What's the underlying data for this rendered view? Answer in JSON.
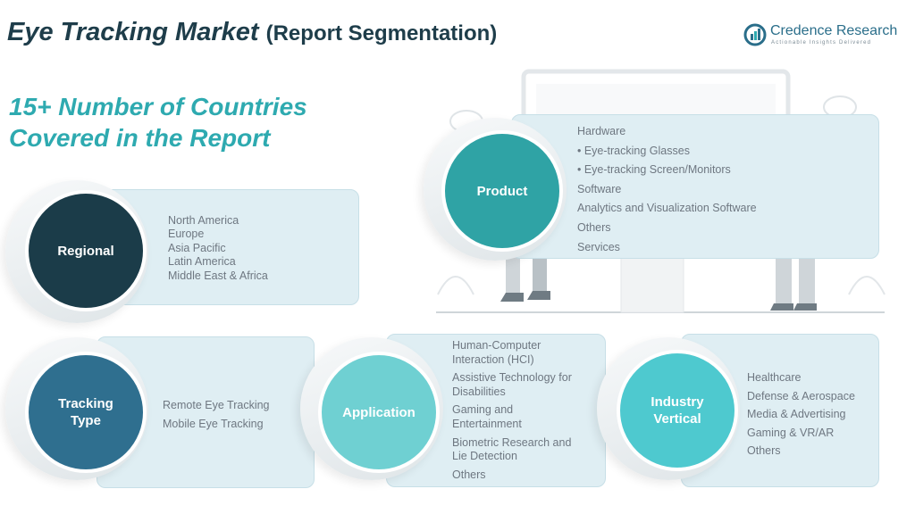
{
  "header": {
    "title_main": "Eye Tracking Market",
    "title_sub": "(Report Segmentation)"
  },
  "logo": {
    "name": "Credence Research",
    "tagline": "Actionable Insights Delivered"
  },
  "headline": {
    "line1": "15+ Number of Countries",
    "line2": "Covered in the Report"
  },
  "segments": {
    "regional": {
      "label": "Regional",
      "items": [
        "North America",
        "Europe",
        "Asia Pacific",
        "Latin America",
        "Middle East & Africa"
      ]
    },
    "product": {
      "label": "Product",
      "items": [
        "Hardware",
        "•  Eye-tracking Glasses",
        "•  Eye-tracking Screen/Monitors",
        "Software",
        "Analytics and Visualization Software",
        "Others",
        "Services"
      ]
    },
    "tracking_type": {
      "label": "Tracking\nType",
      "items": [
        "Remote Eye Tracking",
        "Mobile Eye Tracking"
      ]
    },
    "application": {
      "label": "Application",
      "items": [
        "Human-Computer\nInteraction (HCI)",
        "Assistive Technology for\nDisabilities",
        "Gaming and\nEntertainment",
        "Biometric Research and\nLie Detection",
        "Others"
      ]
    },
    "industry_vertical": {
      "label": "Industry\nVertical",
      "items": [
        "Healthcare",
        "Defense & Aerospace",
        "Media & Advertising",
        "Gaming & VR/AR",
        "Others"
      ]
    }
  },
  "colors": {
    "regional": "#1b3c49",
    "product": "#2fa3a5",
    "tracking_type": "#2f6f8f",
    "application": "#6fd0d2",
    "industry_vertical": "#4ec9cf",
    "headline": "#2eaab0",
    "title": "#1e3d4a"
  }
}
